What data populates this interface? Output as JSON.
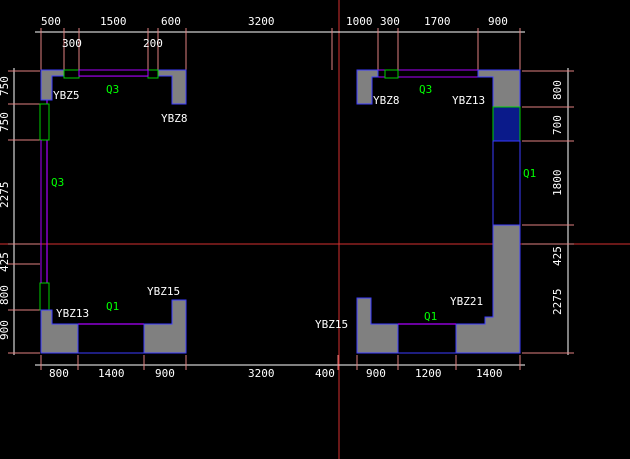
{
  "colors": {
    "background": "#000000",
    "axis": "#d43030",
    "column_fill": "#808080",
    "outline": "#3b3bff",
    "wall": "#aa00ff",
    "opening": "#00d000",
    "dimension": "#ffffff",
    "extension": "#e08080"
  },
  "dims_top": [
    "500",
    "300",
    "1500",
    "200",
    "600",
    "3200",
    "1000",
    "300",
    "1700",
    "900"
  ],
  "dims_bottom": [
    "800",
    "1400",
    "900",
    "3200",
    "400",
    "900",
    "1200",
    "1400"
  ],
  "dims_left": [
    "750",
    "750",
    "2275",
    "425",
    "800",
    "900"
  ],
  "dims_right": [
    "800",
    "700",
    "1800",
    "425",
    "2275"
  ],
  "columns": [
    "YBZ5",
    "YBZ8",
    "YBZ8",
    "YBZ13",
    "YBZ13",
    "YBZ15",
    "YBZ15",
    "YBZ21"
  ],
  "walls": [
    "Q3",
    "Q3",
    "Q3",
    "Q1",
    "Q1",
    "Q1"
  ]
}
